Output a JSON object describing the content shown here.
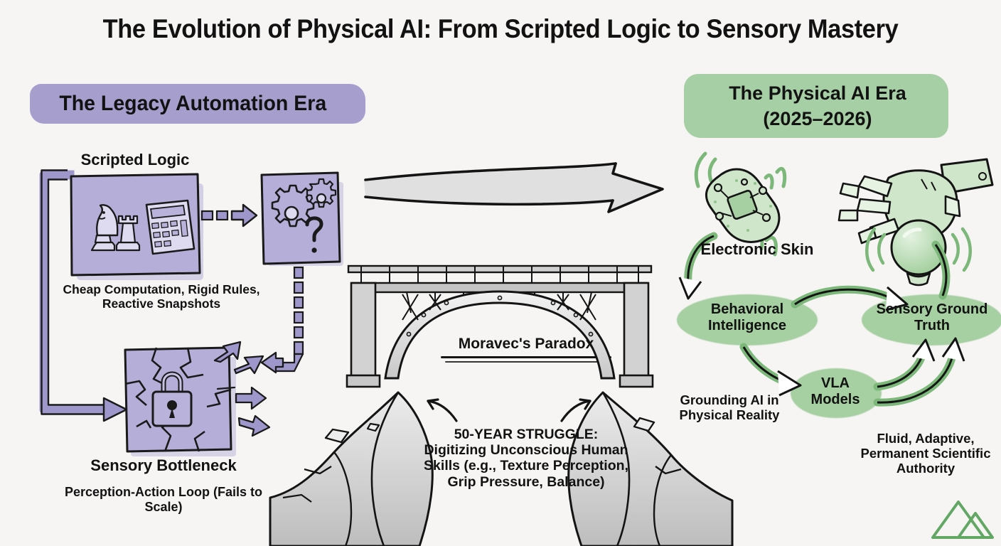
{
  "title": "The Evolution of Physical AI: From Scripted Logic to Sensory Mastery",
  "colors": {
    "background": "#f6f5f3",
    "purple_fill": "#b4aed8",
    "purple_accent": "#9e97cb",
    "green_fill": "#a6cfa2",
    "green_accent": "#9ecb9c",
    "ink": "#121212",
    "grey_fill": "#d8d8d8"
  },
  "left_panel": {
    "era_header": "The Legacy Automation Era",
    "scripted_logic_label": "Scripted Logic",
    "scripted_logic_box_icons": [
      "chess-knight-icon",
      "chess-rook-icon",
      "calculator-icon"
    ],
    "question_box_icons": [
      "gear-icon",
      "small-gear-icon",
      "question-mark-icon"
    ],
    "caption_cheap": "Cheap Computation, Rigid Rules, Reactive Snapshots",
    "bottleneck_box_icons": [
      "cracked-box-icon",
      "padlock-icon"
    ],
    "caption_bottleneck": "Sensory Bottleneck",
    "caption_perception": "Perception-Action Loop (Fails to Scale)"
  },
  "center_panel": {
    "transition_arrow": "large-right-arrow-icon",
    "bridge_icon": "arch-bridge-icon",
    "bridge_label": "Moravec's Paradox",
    "chasm_icon": "canyon-chasm-icon",
    "struggle_text": "50-YEAR STRUGGLE: Digitizing Unconscious Human Skills (e.g., Texture Perception, Grip Pressure, Balance)"
  },
  "right_panel": {
    "era_header_line1": "The Physical AI Era",
    "era_header_line2": "(2025–2026)",
    "electronic_skin_icon": "electronic-skin-sensor-icon",
    "electronic_skin_label": "Electronic Skin",
    "robot_hand_icon": "robotic-hand-holding-sphere-icon",
    "node_behavioral": "Behavioral Intelligence",
    "node_sensory": "Sensory Ground Truth",
    "node_vla": "VLA Models",
    "caption_grounding": "Grounding AI in Physical Reality",
    "caption_fluid": "Fluid, Adaptive, Permanent Scientific Authority"
  },
  "footer": {
    "logo_icon": "mountain-logo-icon"
  }
}
